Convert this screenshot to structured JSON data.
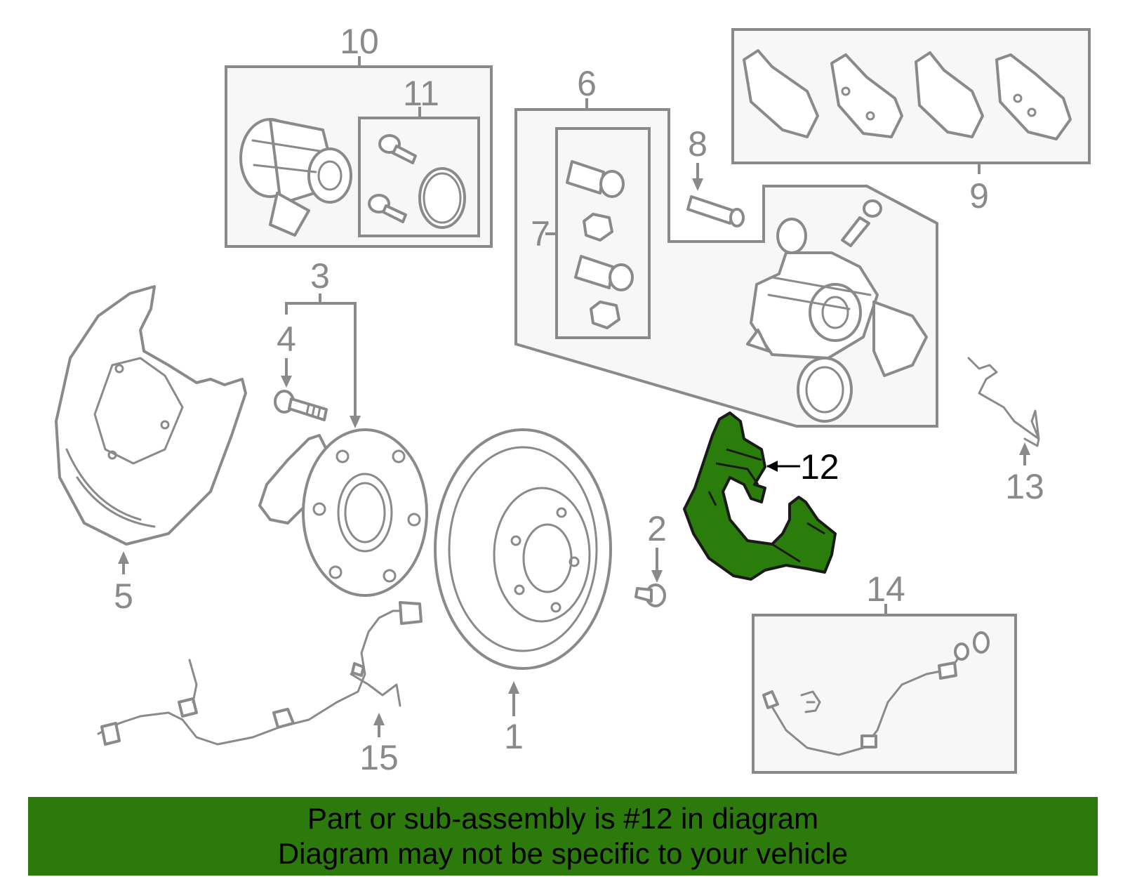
{
  "callouts": {
    "c1": "1",
    "c2": "2",
    "c3": "3",
    "c4": "4",
    "c5": "5",
    "c6": "6",
    "c7": "7",
    "c8": "8",
    "c9": "9",
    "c10": "10",
    "c11": "11",
    "c12": "12",
    "c13": "13",
    "c14": "14",
    "c15": "15"
  },
  "highlighted_part": "12",
  "colors": {
    "highlight": "#2a7d0a",
    "banner": "#2c7a0c",
    "line_art": "#8a8a8a"
  },
  "banner": {
    "line1": "Part or sub-assembly is #12 in diagram",
    "line2": "Diagram may not be specific to your vehicle"
  }
}
